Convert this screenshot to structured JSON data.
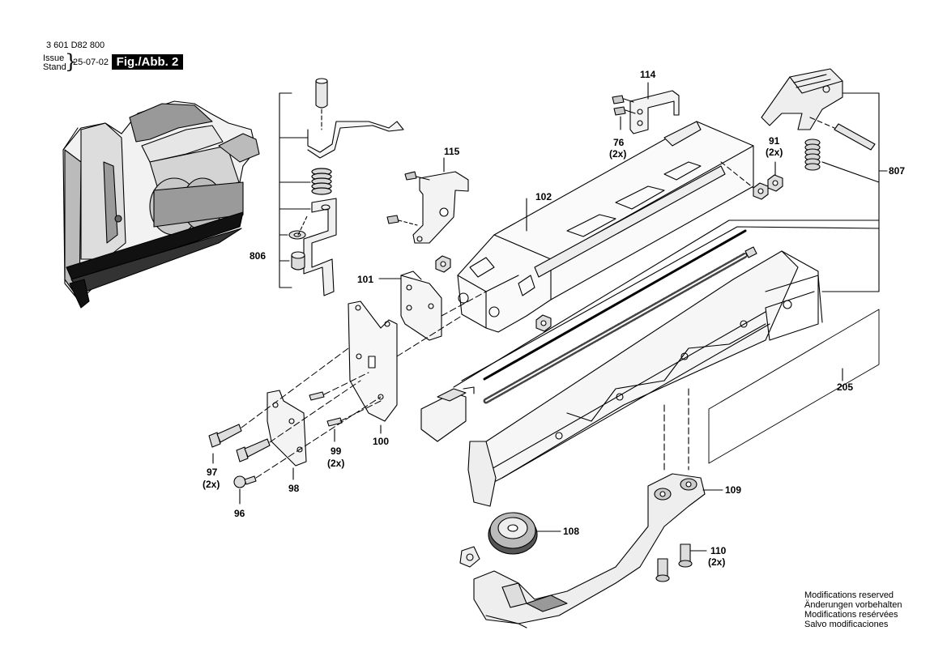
{
  "header": {
    "doc_number": "3 601 D82 800",
    "issue_label": "Issue",
    "stand_label": "Stand",
    "date": "25-07-02",
    "figure": "Fig./Abb. 2"
  },
  "parts": [
    {
      "id": "p114",
      "label": "114"
    },
    {
      "id": "p76",
      "label": "76",
      "qty": "(2x)"
    },
    {
      "id": "p91",
      "label": "91",
      "qty": "(2x)"
    },
    {
      "id": "p807",
      "label": "807"
    },
    {
      "id": "p115",
      "label": "115"
    },
    {
      "id": "p102",
      "label": "102"
    },
    {
      "id": "p806",
      "label": "806"
    },
    {
      "id": "p101",
      "label": "101"
    },
    {
      "id": "p205",
      "label": "205"
    },
    {
      "id": "p100",
      "label": "100"
    },
    {
      "id": "p99",
      "label": "99",
      "qty": "(2x)"
    },
    {
      "id": "p97",
      "label": "97",
      "qty": "(2x)"
    },
    {
      "id": "p98",
      "label": "98"
    },
    {
      "id": "p96",
      "label": "96"
    },
    {
      "id": "p109",
      "label": "109"
    },
    {
      "id": "p108",
      "label": "108"
    },
    {
      "id": "p110",
      "label": "110",
      "qty": "(2x)"
    }
  ],
  "notes": [
    "Modifications reserved",
    "Änderungen vorbehalten",
    "Modifications resérvées",
    "Salvo modificaciones"
  ]
}
